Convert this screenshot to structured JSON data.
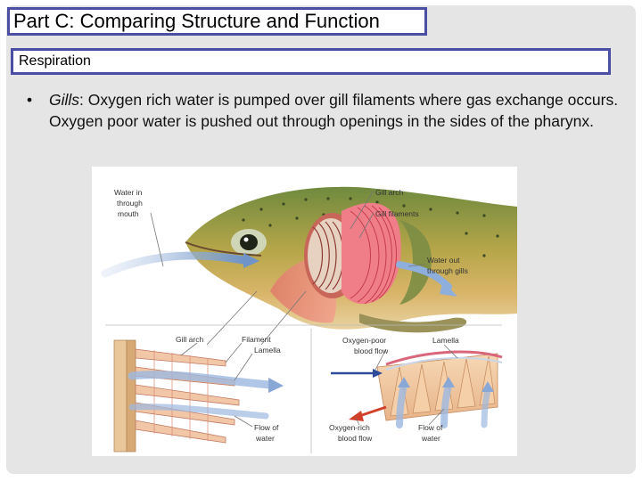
{
  "slide": {
    "title": "Part C:  Comparing Structure and Function",
    "subtitle": "Respiration",
    "bullet": {
      "marker": "•",
      "term": "Gills",
      "text": ": Oxygen rich water is pumped over gill filaments where gas exchange occurs.  Oxygen poor water is pushed out through openings in the sides of the pharynx."
    }
  },
  "figure": {
    "labels": {
      "water_in_1": "Water in",
      "water_in_2": "through",
      "water_in_3": "mouth",
      "gill_arch_top": "Gill arch",
      "gill_filaments": "Gill filaments",
      "water_out_1": "Water out",
      "water_out_2": "through gills",
      "gill_arch_bottom": "Gill arch",
      "filament": "Filament",
      "lamella_left": "Lamella",
      "flow_water_left_1": "Flow of",
      "flow_water_left_2": "water",
      "oxygen_poor_1": "Oxygen-poor",
      "oxygen_poor_2": "blood flow",
      "lamella_right": "Lamella",
      "oxygen_rich_1": "Oxygen-rich",
      "oxygen_rich_2": "blood flow",
      "flow_water_right_1": "Flow of",
      "flow_water_right_2": "water"
    }
  }
}
